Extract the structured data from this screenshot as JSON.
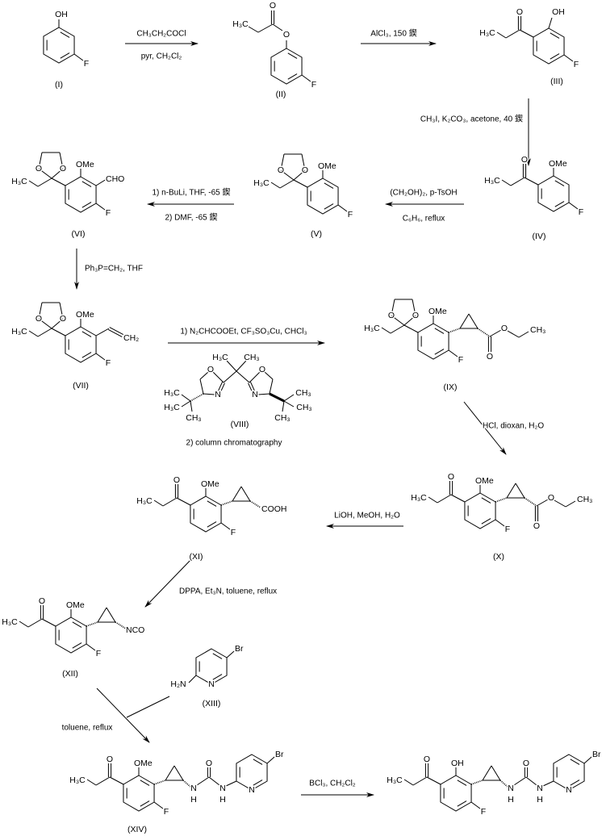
{
  "compounds": {
    "I": "(I)",
    "II": "(II)",
    "III": "(III)",
    "IV": "(IV)",
    "V": "(V)",
    "VI": "(VI)",
    "VII": "(VII)",
    "VIII": "(VIII)",
    "IX": "(IX)",
    "X": "(X)",
    "XI": "(XI)",
    "XII": "(XII)",
    "XIII": "(XIII)",
    "XIV": "(XIV)"
  },
  "atoms": {
    "OH": "OH",
    "F": "F",
    "O": "O",
    "H3C": "H₃C",
    "CH3": "CH₃",
    "CH2": "CH₂",
    "OMe": "OMe",
    "CHO": "CHO",
    "COOH": "COOH",
    "NCO": "NCO",
    "H2N": "H₂N",
    "Br": "Br",
    "N": "N",
    "H": "H"
  },
  "reagents": {
    "step1_top": "CH₃CH₂COCl",
    "step1_bottom": "pyr, CH₂Cl₂",
    "step2": "AlCl₃, 150 鍥",
    "step3": "CH₃I, K₂CO₃, acetone, 40 鍥",
    "step4_top": "(CH₂OH)₂, p-TsOH",
    "step4_bottom": "C₆H₆, reflux",
    "step5_top": "1) n-BuLi, THF, -65 鍥",
    "step5_bottom": "2) DMF, -65 鍥",
    "step6": "Ph₃P=CH₂, THF",
    "step7_top": "1) N₂CHCOOEt, CF₃SO₃Cu, CHCl₃",
    "step7_bottom": "2) column chromatography",
    "step8": "HCl, dioxan, H₂O",
    "step9": "LiOH, MeOH, H₂O",
    "step10": "DPPA, Et₃N, toluene, reflux",
    "step11": "toluene, reflux",
    "step12": "BCl₃, CH₂Cl₂"
  }
}
